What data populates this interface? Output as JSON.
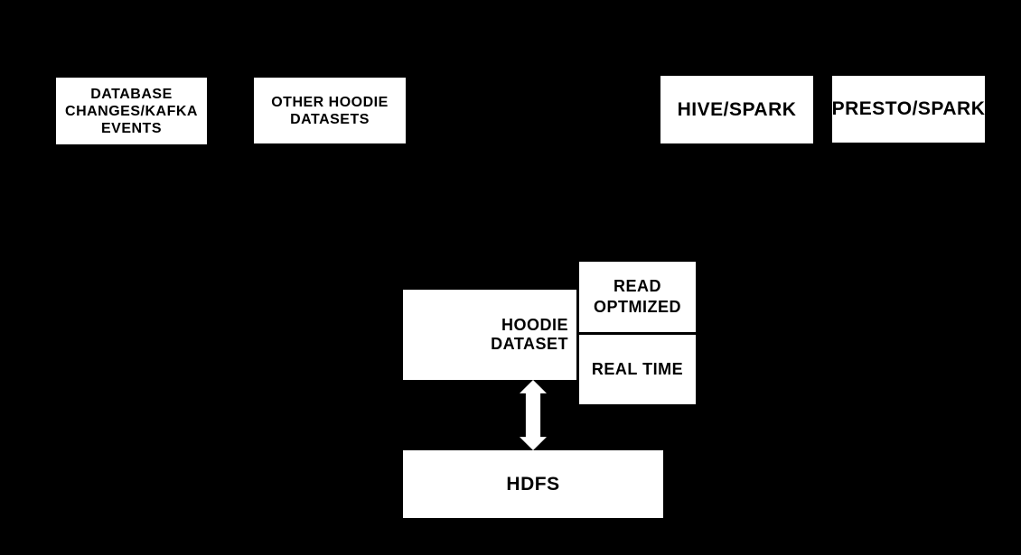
{
  "colors": {
    "background": "#000000",
    "node_fill": "#ffffff",
    "node_text": "#000000",
    "arrow": "#ffffff",
    "divider": "#000000"
  },
  "nodes": {
    "database_events": {
      "label": "DATABASE\nCHANGES/KAFKA\nEVENTS"
    },
    "other_hoodie": {
      "label": "OTHER HOODIE\nDATASETS"
    },
    "hive_spark": {
      "label": "HIVE/SPARK"
    },
    "presto_spark": {
      "label": "PRESTO/SPARK"
    },
    "hoodie_dataset": {
      "label": "HOODIE\nDATASET"
    },
    "read_optmized": {
      "label": "READ\nOPTMIZED"
    },
    "real_time": {
      "label": "REAL TIME"
    },
    "hdfs": {
      "label": "HDFS"
    }
  },
  "icons": {
    "updown_arrow": "bidirectional-vertical-arrow"
  }
}
